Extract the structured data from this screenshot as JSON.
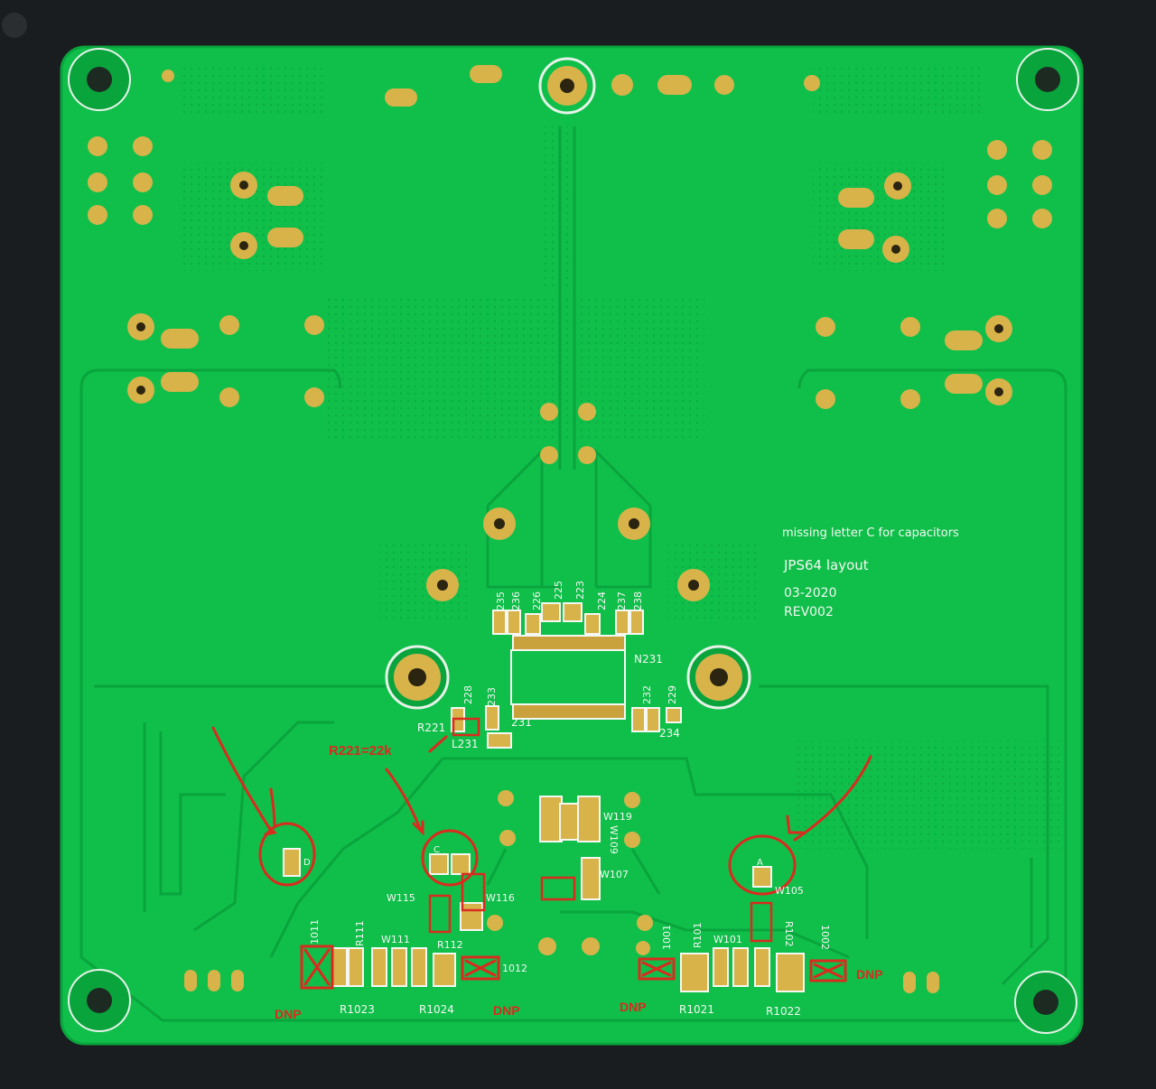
{
  "board_text": {
    "note": "missing letter C for capacitors",
    "title": "JPS64 layout",
    "date": "03-2020",
    "revision": "REV002"
  },
  "designators": {
    "c235": "235",
    "c236": "236",
    "c226": "226",
    "c225": "225",
    "c223": "223",
    "c224": "224",
    "c237": "237",
    "c238": "238",
    "n231": "N231",
    "c228": "228",
    "c233": "233",
    "r221": "R221",
    "c231": "231",
    "l231": "L231",
    "c232": "232",
    "c229": "229",
    "c234": "234",
    "w119": "W119",
    "w109": "W109",
    "w107": "W107",
    "w115": "W115",
    "w116": "W116",
    "w105": "W105",
    "w111": "W111",
    "w101": "W101",
    "r111": "R111",
    "r1011": "1011",
    "r1023": "R1023",
    "r1024": "R1024",
    "r112": "R112",
    "r1012": "1012",
    "r101": "R101",
    "r1001": "1001",
    "r1021": "R1021",
    "r1022": "R1022",
    "r102": "R102",
    "r1002": "1002",
    "mark_d": "D",
    "mark_c": "C",
    "mark_a": "A"
  },
  "annotations": {
    "r221_value": "R221=22k",
    "dnp_1": "DNP",
    "dnp_2": "DNP",
    "dnp_3": "DNP",
    "dnp_4": "DNP"
  },
  "colors": {
    "board": "#0fbf4a",
    "copper_trace": "#12c951",
    "pad_gold": "#d8b34a",
    "silkscreen": "#f4f7f2",
    "annotation_red": "#d92b1e",
    "background": "#1a1d1f"
  }
}
